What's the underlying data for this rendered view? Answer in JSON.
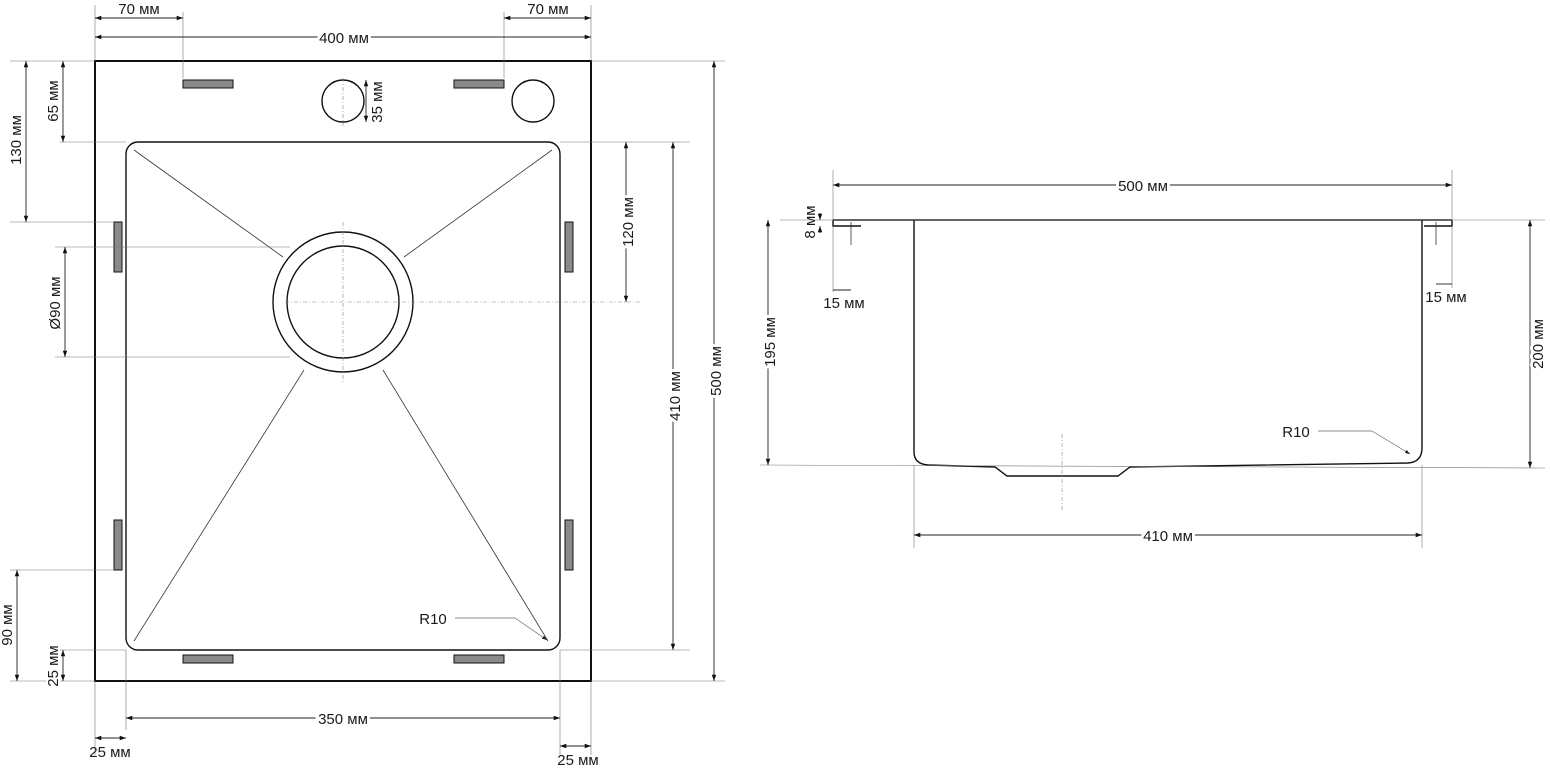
{
  "top_view": {
    "dims": {
      "width_overall": "400 мм",
      "hole_offset_left": "70 мм",
      "hole_offset_right": "70 мм",
      "depth_overall": "500 мм",
      "bowl_depth": "410 мм",
      "drain_offset": "120 мм",
      "top_offset_130": "130 мм",
      "top_offset_65": "65 мм",
      "tap_hole": "35 мм",
      "drain_dia": "Ø90 мм",
      "bottom_offset_90": "90 мм",
      "bottom_offset_25": "25 мм",
      "bowl_width": "350 мм",
      "side_left_25": "25 мм",
      "side_right_25": "25 мм",
      "radius": "R10"
    }
  },
  "side_view": {
    "dims": {
      "width_overall": "500 мм",
      "bowl_width": "410 мм",
      "rim_thickness": "8 мм",
      "flange_left": "15 мм",
      "flange_right": "15 мм",
      "depth_195": "195 мм",
      "depth_200": "200 мм",
      "radius": "R10"
    }
  }
}
